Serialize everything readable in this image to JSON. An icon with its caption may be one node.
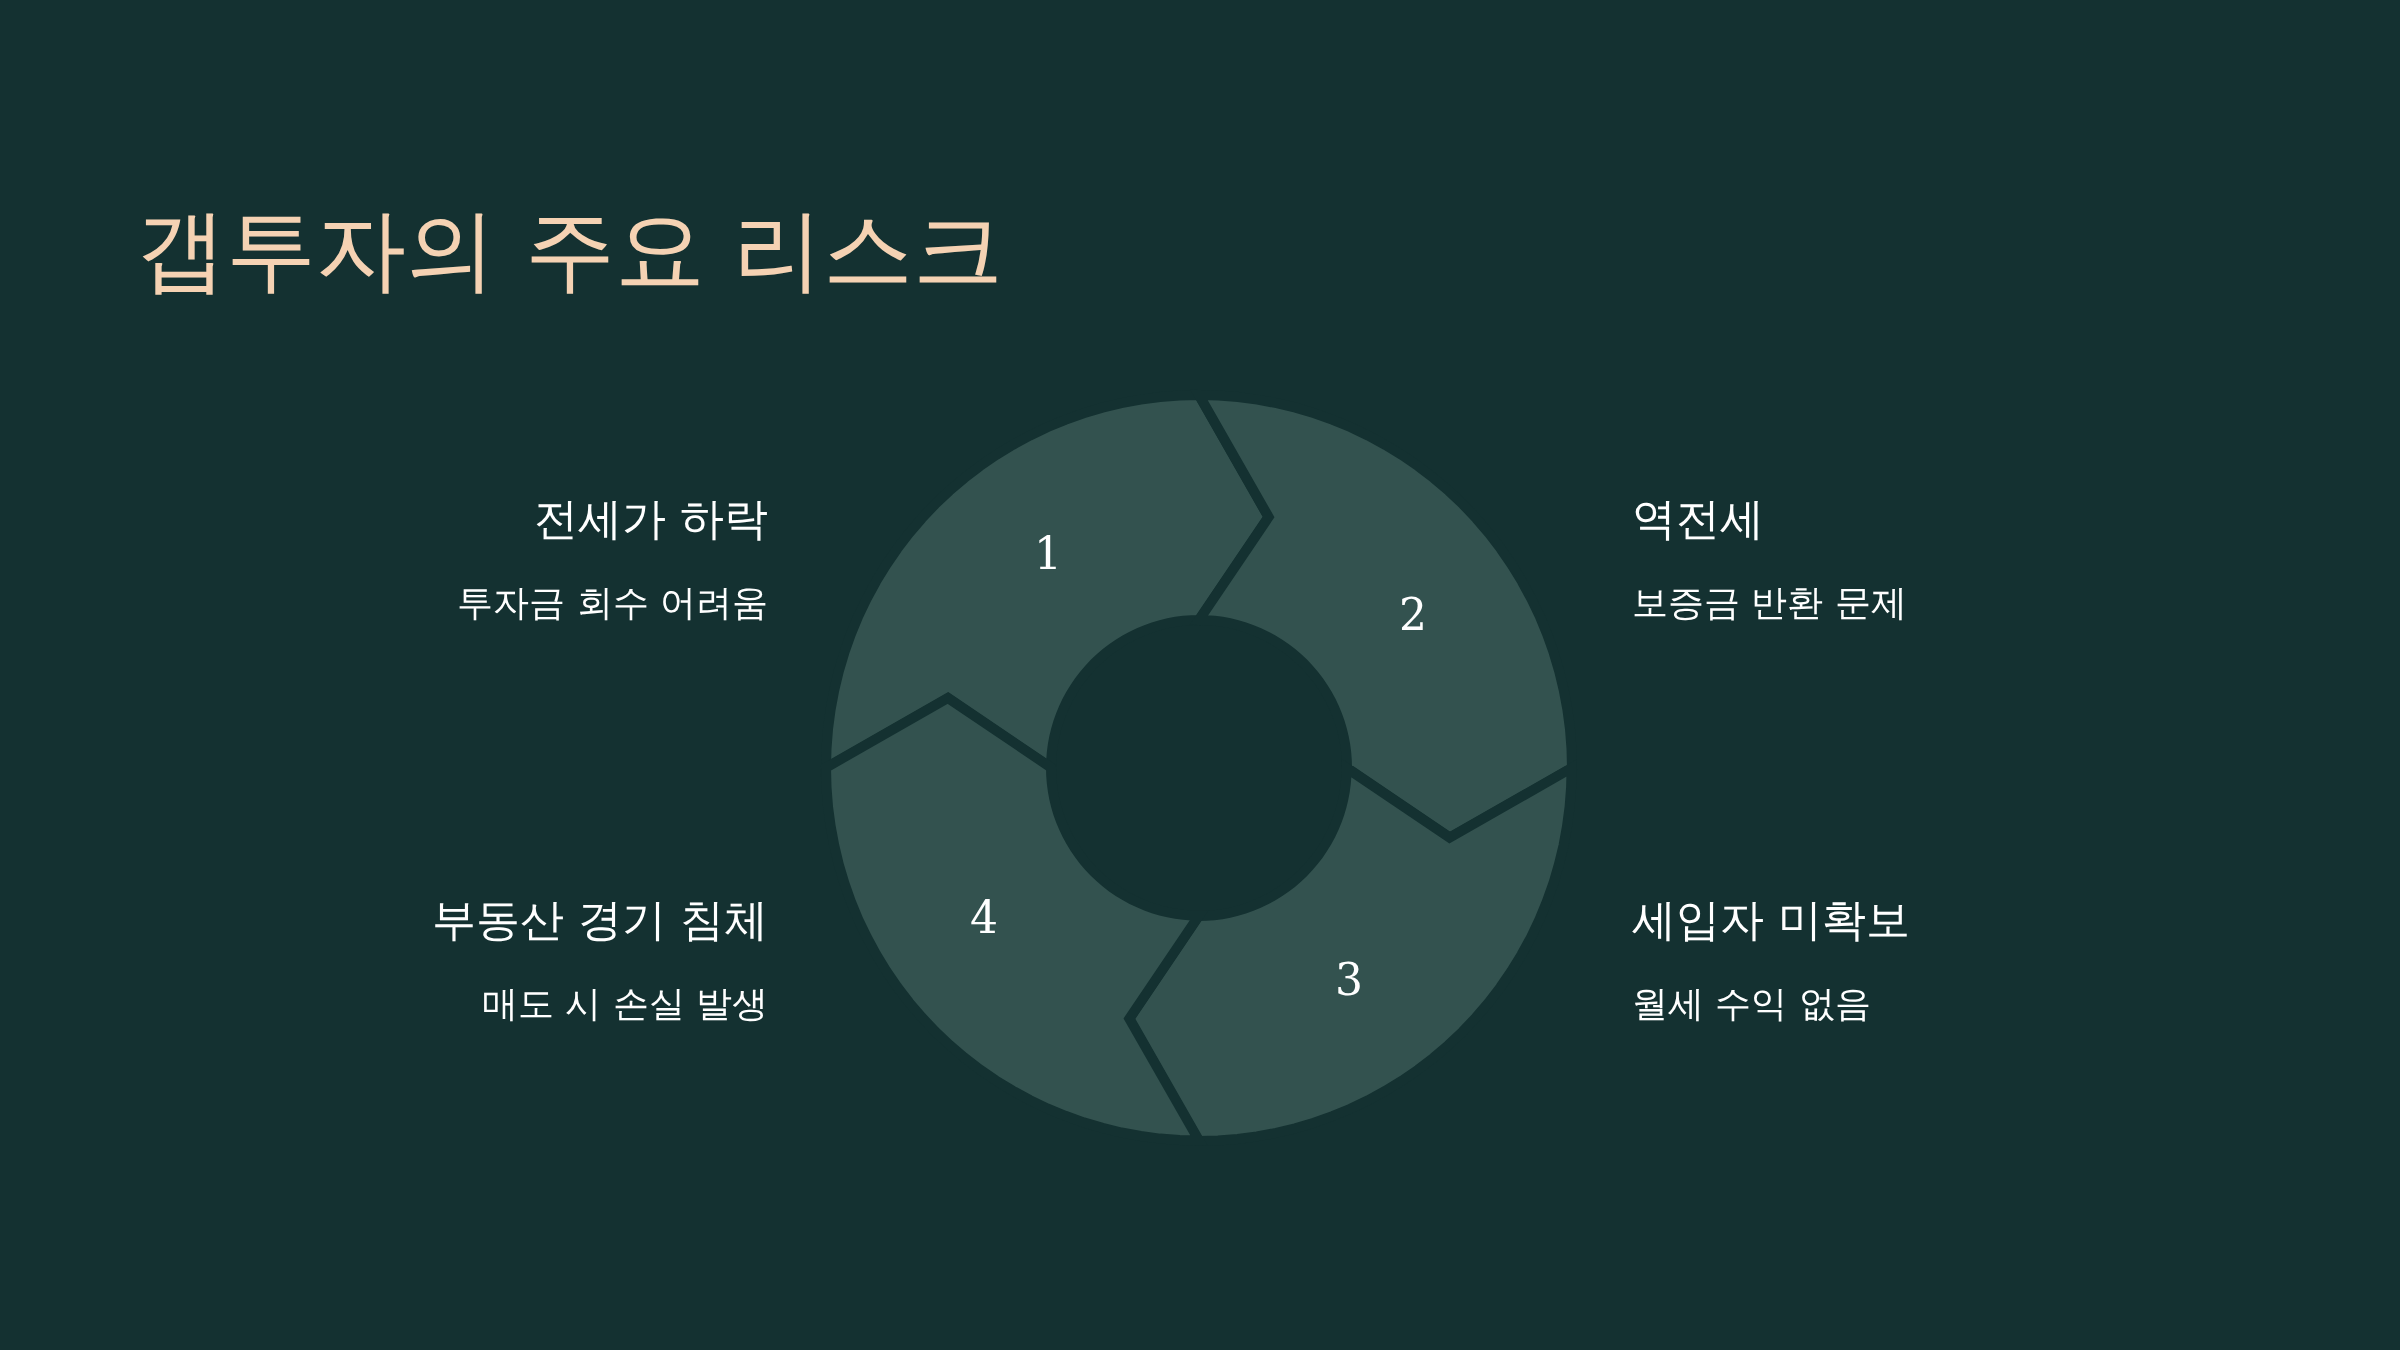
{
  "diagram": {
    "title": "갭투자의 주요 리스크",
    "nodes": [
      {
        "text": [
          "1"
        ],
        "beside": [
          "전세가 하락",
          "투자금 회수 어려움"
        ]
      },
      {
        "text": [
          "2"
        ],
        "beside": [
          "역전세",
          "보증금 반환 문제"
        ]
      },
      {
        "text": [
          "3"
        ],
        "beside": [
          "세입자 미확보",
          "월세 수익 없음"
        ]
      },
      {
        "text": [
          "4"
        ],
        "beside": [
          "부동산 경기 침체",
          "매도 시 손실 발생"
        ]
      }
    ]
  }
}
